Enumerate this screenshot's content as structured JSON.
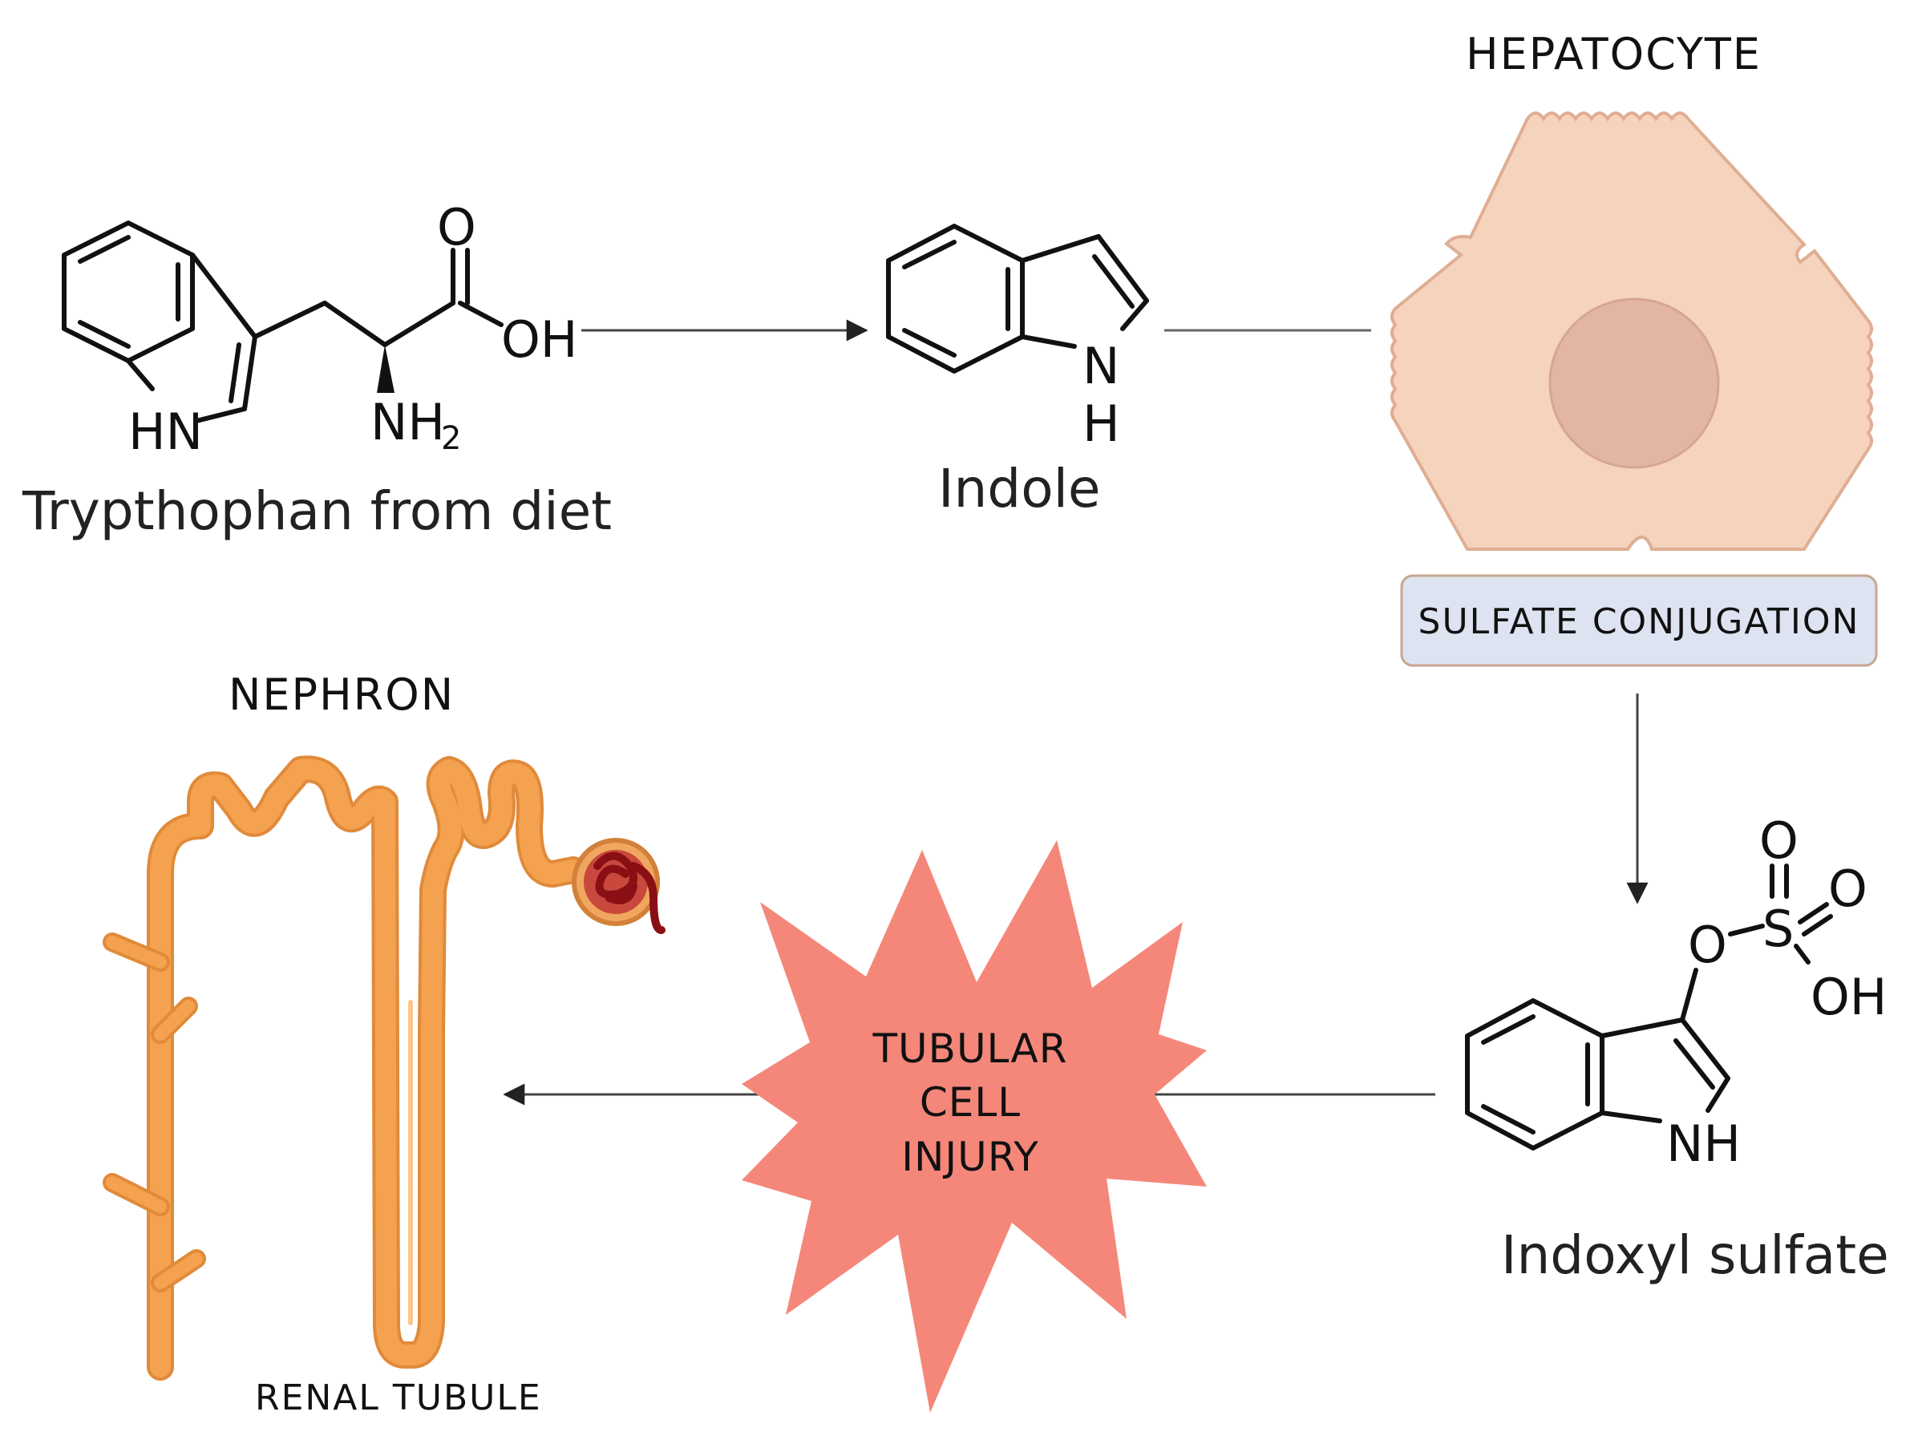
{
  "molecules": {
    "tryptophan": {
      "caption": "Trypthophan from diet",
      "o": "O",
      "oh": "OH",
      "nh2": "NH",
      "nh2_sub": "2",
      "hn": "HN"
    },
    "indole": {
      "caption": "Indole",
      "n": "N",
      "h": "H"
    },
    "indoxyl_sulfate": {
      "caption": "Indoxyl sulfate",
      "o_top": "O",
      "o_right": "O",
      "o_link": "O",
      "s": "S",
      "oh": "OH",
      "nh": "NH"
    }
  },
  "hepatocyte": {
    "title": "HEPATOCYTE",
    "process_label": "SULFATE CONJUGATION"
  },
  "nephron": {
    "title": "NEPHRON",
    "label": "RENAL TUBULE"
  },
  "injury": {
    "line1": "TUBULAR",
    "line2": "CELL",
    "line3": "INJURY"
  },
  "colors": {
    "tubule": "#f4a24f",
    "tubule_dark": "#e08a3a",
    "cell_fill": "#f6d3bd",
    "cell_stroke": "#dfae92",
    "nucleus": "#e2b6a2",
    "burst": "#f4877a",
    "box_fill": "#dde3f0",
    "glomerulus": "#a3161b",
    "arrow": "#333333"
  }
}
